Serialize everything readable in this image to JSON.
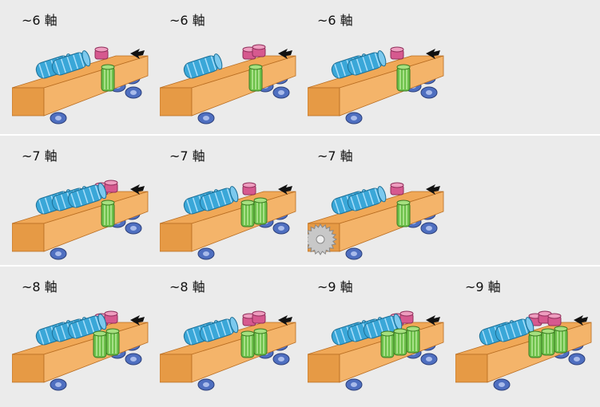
{
  "colors": {
    "background": "#ebebeb",
    "divider": "#ffffff",
    "wood_top": "#f0a857",
    "wood_front": "#f4b46a",
    "wood_end": "#e69a45",
    "blue_cutter": "#3aa7d8",
    "green_cutter": "#6cc04a",
    "pink_cutter": "#d6598f",
    "bottom_roller": "#4f6fc0",
    "saw_blade": "#c8c8c8",
    "arrow": "#111111"
  },
  "configurations": [
    {
      "label": "~6 軸",
      "icon": "moulder-6-axis-a-icon",
      "blue": 2,
      "green": 1,
      "pink": 1,
      "saw": false
    },
    {
      "label": "~6 軸",
      "icon": "moulder-6-axis-b-icon",
      "blue": 1,
      "green": 1,
      "pink": 2,
      "saw": false
    },
    {
      "label": "~6 軸",
      "icon": "moulder-6-axis-c-icon",
      "blue": 2,
      "green": 1,
      "pink": 1,
      "saw": false
    },
    {
      "label": "~7 軸",
      "icon": "moulder-7-axis-a-icon",
      "blue": 3,
      "green": 1,
      "pink": 2,
      "saw": false
    },
    {
      "label": "~7 軸",
      "icon": "moulder-7-axis-b-icon",
      "blue": 2,
      "green": 2,
      "pink": 1,
      "saw": false
    },
    {
      "label": "~7 軸",
      "icon": "moulder-7-axis-saw-icon",
      "blue": 2,
      "green": 1,
      "pink": 1,
      "saw": true
    },
    {
      "label": "~8 軸",
      "icon": "moulder-8-axis-a-icon",
      "blue": 3,
      "green": 2,
      "pink": 2,
      "saw": false
    },
    {
      "label": "~8 軸",
      "icon": "moulder-8-axis-b-icon",
      "blue": 2,
      "green": 2,
      "pink": 2,
      "saw": false
    },
    {
      "label": "~9 軸",
      "icon": "moulder-9-axis-a-icon",
      "blue": 3,
      "green": 3,
      "pink": 2,
      "saw": false
    },
    {
      "label": "~9 軸",
      "icon": "moulder-9-axis-b-icon",
      "blue": 2,
      "green": 3,
      "pink": 3,
      "saw": false
    }
  ]
}
